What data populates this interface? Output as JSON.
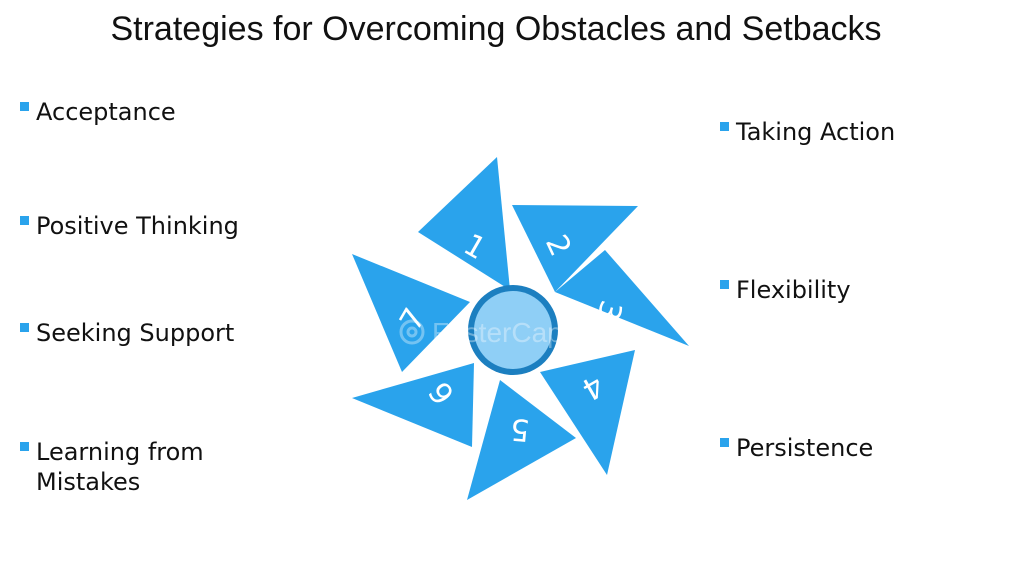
{
  "title": "Strategies for Overcoming Obstacles and Setbacks",
  "left_items": [
    "Acceptance",
    "Positive Thinking",
    "Seeking Support",
    "Learning from\nMistakes"
  ],
  "right_items": [
    "Taking Action",
    "Flexibility",
    "Persistence"
  ],
  "blades": [
    "1",
    "2",
    "3",
    "4",
    "5",
    "6",
    "7"
  ],
  "watermark": "FasterCapital",
  "colors": {
    "accent": "#2aa3ec",
    "center": "#8fcff6",
    "ring": "#1c7fc0"
  }
}
